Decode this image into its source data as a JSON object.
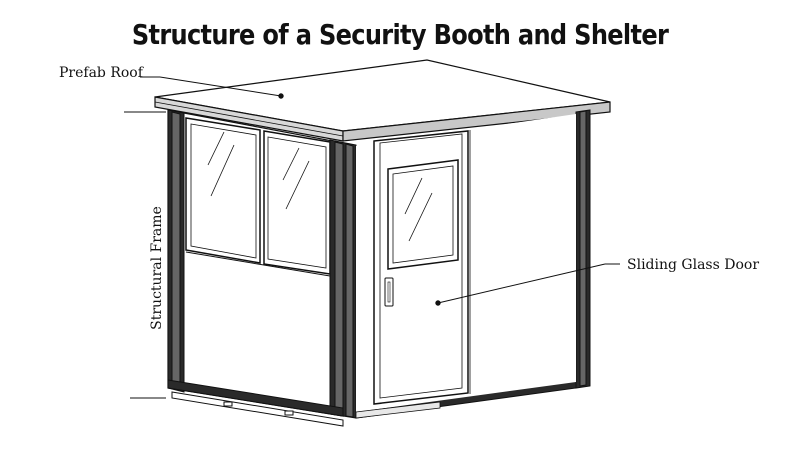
{
  "title": "Structure of a Security Booth and Shelter",
  "labels": {
    "roof": "Prefab Roof",
    "frame": "Structural Frame",
    "door": "Sliding Glass Door"
  }
}
